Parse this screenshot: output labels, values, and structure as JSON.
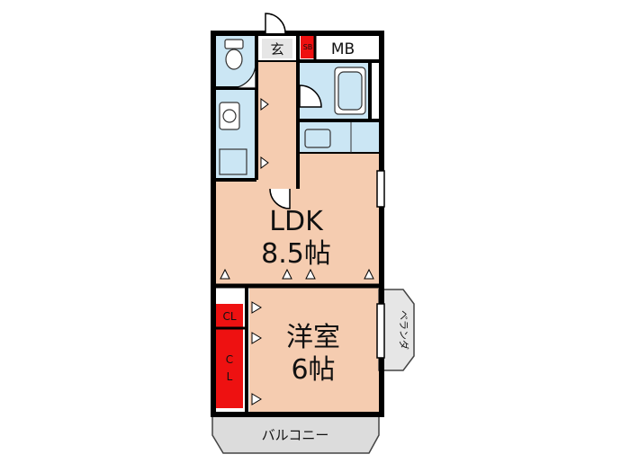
{
  "labels": {
    "entrance": "玄",
    "shoe_box": "SB",
    "meter_box": "MB",
    "ldk_name": "LDK",
    "ldk_size": "8.5帖",
    "western_name": "洋室",
    "western_size": "6帖",
    "closet_small": "CL",
    "closet_large_top": "C",
    "closet_large_bottom": "L",
    "veranda": "ベランダ",
    "balcony": "バルコニー"
  },
  "colors": {
    "floor": "#f5ccb0",
    "wet_area": "#cbe6f4",
    "closet": "#ee1111",
    "balcony": "#d9d9d9",
    "wall": "#000000"
  }
}
